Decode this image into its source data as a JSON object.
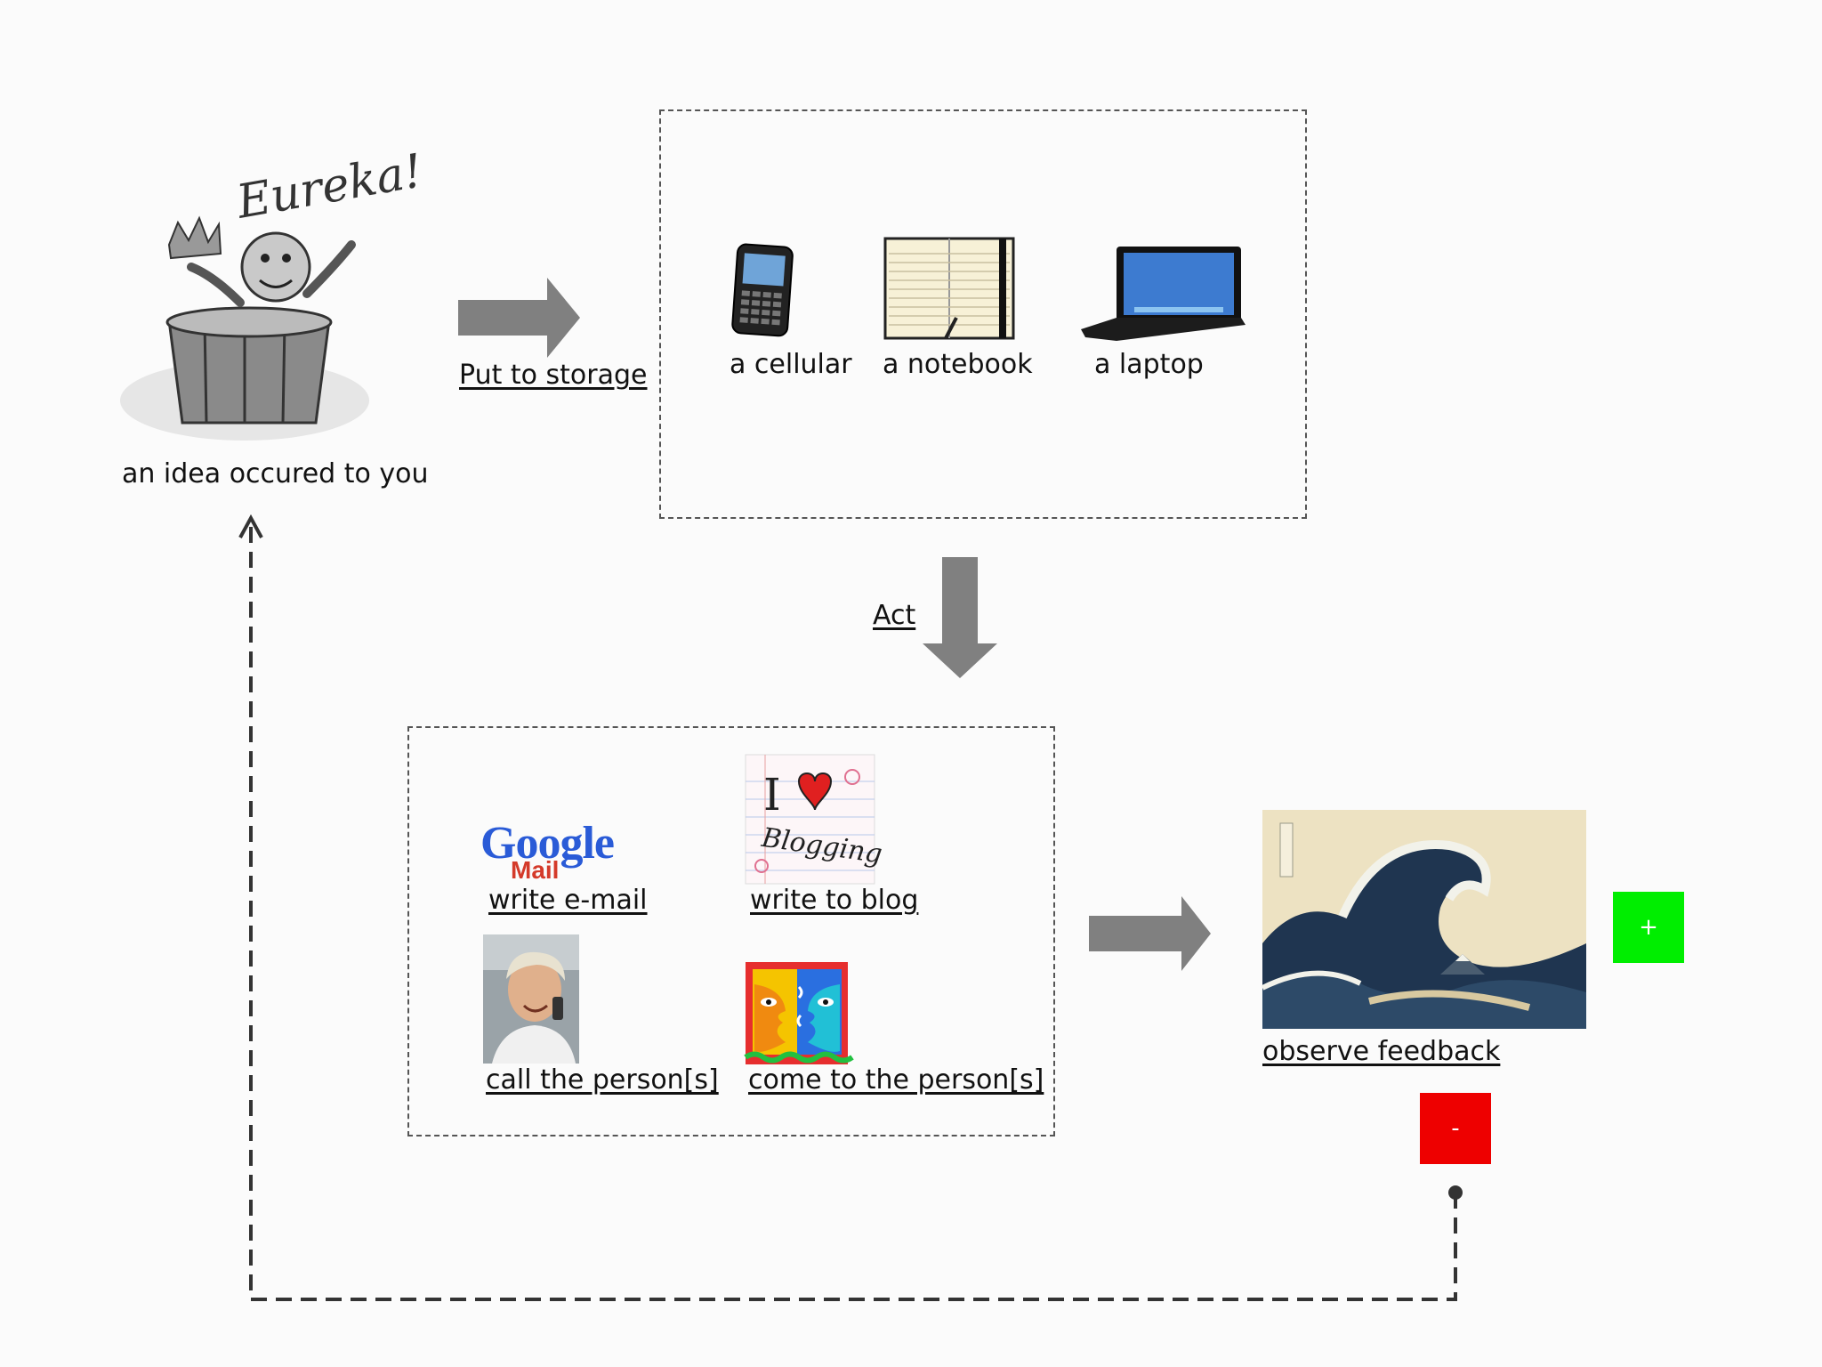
{
  "nodes": {
    "idea": {
      "label": "an idea occured to you",
      "image_text": "Eureka!"
    },
    "storage_box": {
      "items": [
        {
          "label": "a cellular"
        },
        {
          "label": "a notebook"
        },
        {
          "label": "a laptop"
        }
      ]
    },
    "act_box": {
      "items": [
        {
          "label": "write e-mail",
          "logo_text": "Google",
          "logo_sub": "Mail"
        },
        {
          "label": "write to blog",
          "logo_text": "I ♥ Blogging"
        },
        {
          "label": "call the person[s]"
        },
        {
          "label": "come to the person[s]"
        }
      ]
    },
    "feedback": {
      "label": "observe feedback"
    }
  },
  "edges": {
    "put_to_storage": "Put to storage",
    "act": "Act"
  },
  "feedback_buttons": {
    "positive": {
      "label": "+",
      "color": "#00ee00"
    },
    "negative": {
      "label": "-",
      "color": "#ee0000"
    }
  },
  "colors": {
    "arrow": "#808080",
    "dashed_line": "#333333"
  }
}
